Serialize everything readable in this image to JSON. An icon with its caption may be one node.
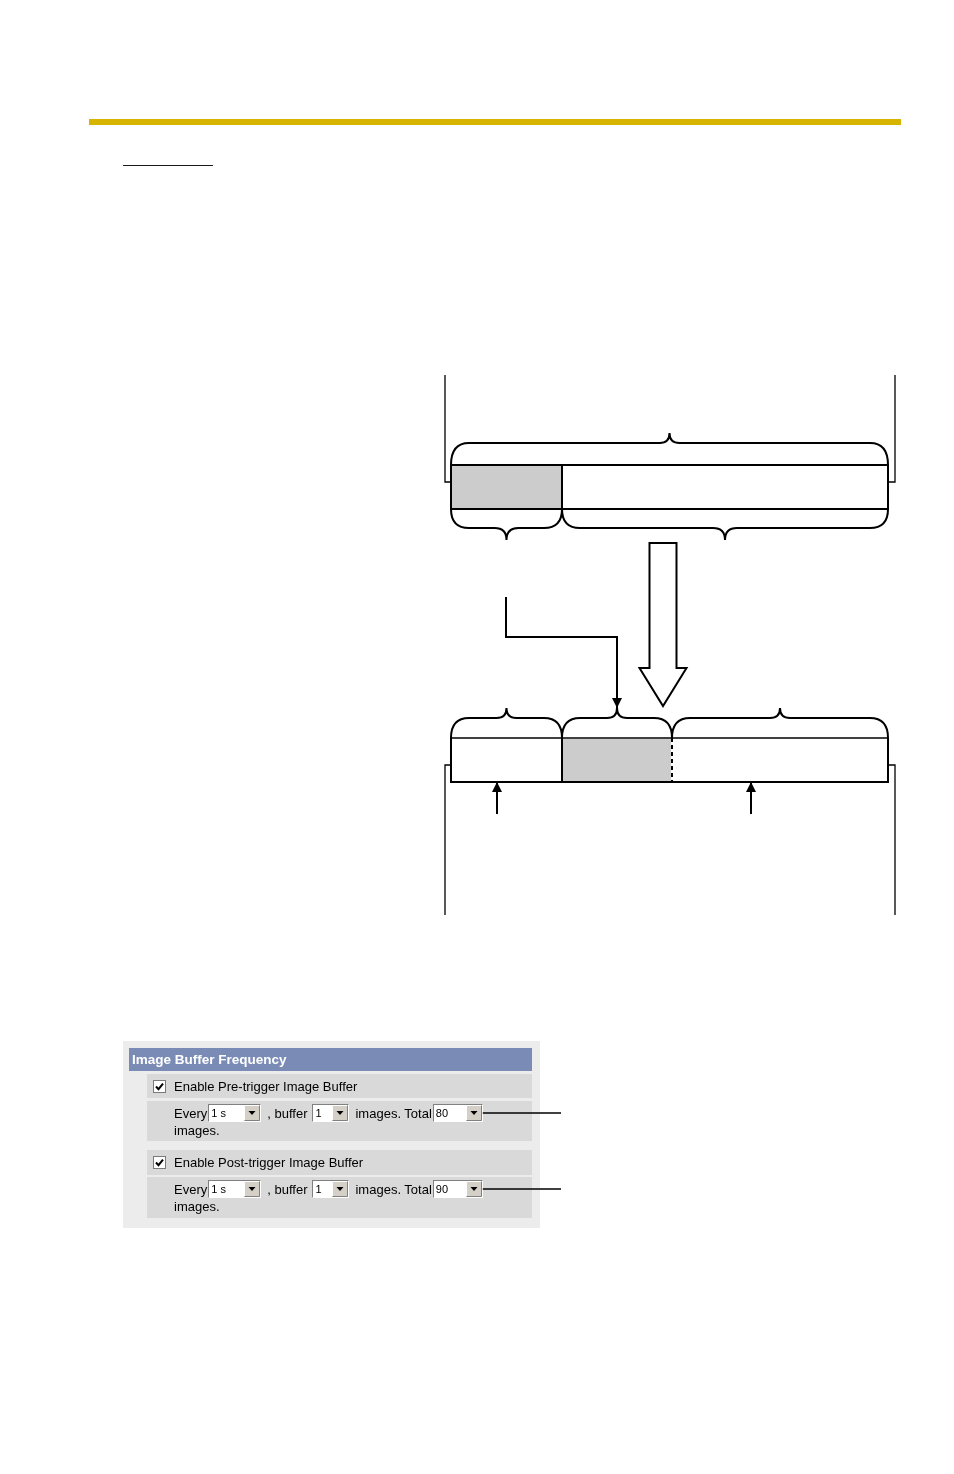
{
  "diagram": {
    "nodes": [
      {
        "text": [],
        "shape": "bar"
      },
      {
        "text": [],
        "shape": "box",
        "in": 0
      },
      {
        "text": [],
        "shape": "box",
        "in": 0
      },
      {
        "text": [],
        "shape": "bar"
      },
      {
        "text": [],
        "shape": "box",
        "in": 3
      },
      {
        "text": [],
        "shape": "box",
        "in": 3
      },
      {
        "text": [],
        "shape": "box",
        "in": 3
      },
      {
        "text": [],
        "shape": "box"
      },
      {
        "text": [
          "Image Buffer Frequency"
        ],
        "in": 7
      },
      {
        "text": [
          "Enable Pre-trigger Image Buffer"
        ],
        "in": 7
      },
      {
        "text": [
          "Every",
          ", buffer",
          "images. Total",
          "images."
        ],
        "in": 7
      },
      {
        "text": [
          "1 s"
        ],
        "in": 10
      },
      {
        "text": [
          "1"
        ],
        "in": 10
      },
      {
        "text": [
          "80"
        ],
        "in": 10
      },
      {
        "text": [
          "Enable Post-trigger Image Buffer"
        ],
        "in": 7
      },
      {
        "text": [
          "Every",
          ", buffer",
          "images. Total",
          "images."
        ],
        "in": 7
      },
      {
        "text": [
          "1 s"
        ],
        "in": 15
      },
      {
        "text": [
          "1"
        ],
        "in": 15
      },
      {
        "text": [
          "90"
        ],
        "in": 15
      }
    ],
    "edges": [
      {
        "from": null,
        "to": 1,
        "arrow": "none"
      },
      {
        "from": null,
        "to": 2,
        "arrow": "none"
      },
      {
        "from": 0,
        "to": 3,
        "arrow": "to",
        "style": "thick"
      },
      {
        "from": null,
        "to": 5,
        "arrow": "to"
      },
      {
        "from": null,
        "to": 4,
        "arrow": "to"
      },
      {
        "from": null,
        "to": 6,
        "arrow": "to"
      },
      {
        "from": null,
        "to": 4,
        "arrow": "none"
      },
      {
        "from": null,
        "to": 6,
        "arrow": "none"
      },
      {
        "from": 13,
        "to": null,
        "arrow": "none"
      },
      {
        "from": 18,
        "to": null,
        "arrow": "none"
      }
    ]
  }
}
